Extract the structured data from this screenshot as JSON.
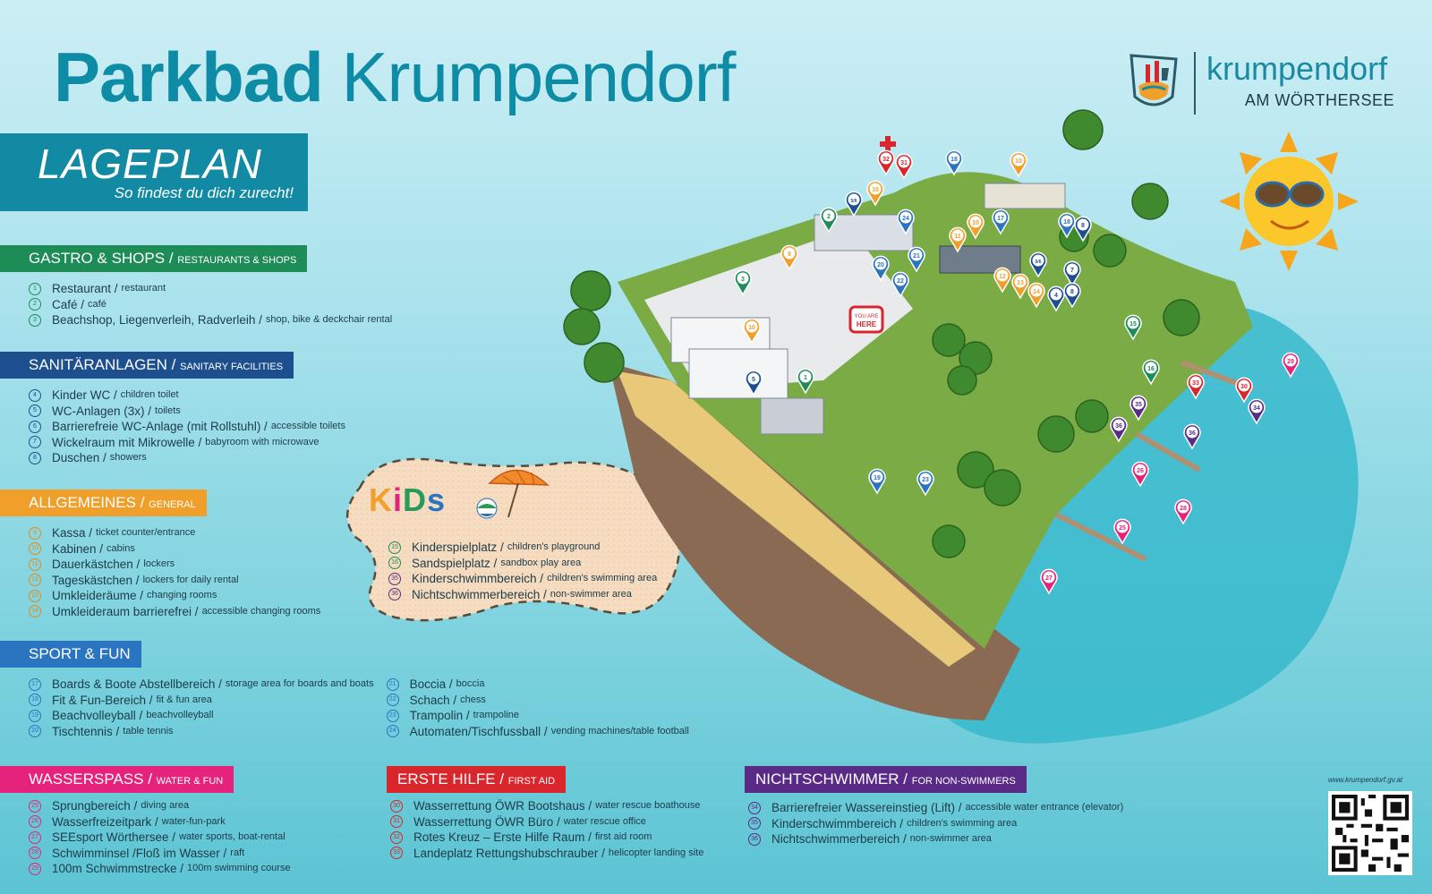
{
  "title": {
    "bold": "Parkbad",
    "regular": "Krumpendorf"
  },
  "lageplan": {
    "big": "LAGEPLAN",
    "small": "So findest du dich zurecht!"
  },
  "logo": {
    "name": "krumpendorf",
    "sub": "AM WÖRTHERSEE"
  },
  "sections": {
    "gastro": {
      "title": "GASTRO & SHOPS",
      "title_en": "RESTAURANTS & SHOPS",
      "items": [
        {
          "n": "1",
          "de": "Restaurant /",
          "en": "restaurant"
        },
        {
          "n": "2",
          "de": "Café /",
          "en": "café"
        },
        {
          "n": "3",
          "de": "Beachshop, Liegenverleih, Radverleih /",
          "en": "shop, bike & deckchair rental"
        }
      ]
    },
    "sanitaer": {
      "title": "SANITÄRANLAGEN",
      "title_en": "SANITARY FACILITIES",
      "items": [
        {
          "n": "4",
          "de": "Kinder WC /",
          "en": "children toilet"
        },
        {
          "n": "5",
          "de": "WC-Anlagen (3x) /",
          "en": "toilets"
        },
        {
          "n": "6",
          "de": "Barrierefreie WC-Anlage (mit Rollstuhl) /",
          "en": "accessible toilets"
        },
        {
          "n": "7",
          "de": "Wickelraum mit Mikrowelle /",
          "en": "babyroom with microwave"
        },
        {
          "n": "8",
          "de": "Duschen /",
          "en": "showers"
        }
      ]
    },
    "allgemeines": {
      "title": "ALLGEMEINES",
      "title_en": "GENERAL",
      "items": [
        {
          "n": "9",
          "de": "Kassa /",
          "en": "ticket counter/entrance"
        },
        {
          "n": "10",
          "de": "Kabinen /",
          "en": "cabins"
        },
        {
          "n": "11",
          "de": "Dauerkästchen /",
          "en": "lockers"
        },
        {
          "n": "12",
          "de": "Tageskästchen /",
          "en": "lockers for daily rental"
        },
        {
          "n": "13",
          "de": "Umkleideräume /",
          "en": "changing rooms"
        },
        {
          "n": "14",
          "de": "Umkleideraum barrierefrei /",
          "en": "accessible changing rooms"
        }
      ]
    },
    "sport": {
      "title": "SPORT & FUN",
      "items_left": [
        {
          "n": "17",
          "de": "Boards & Boote Abstellbereich /",
          "en": "storage area for boards and boats"
        },
        {
          "n": "18",
          "de": "Fit & Fun-Bereich /",
          "en": "fit & fun area"
        },
        {
          "n": "19",
          "de": "Beachvolleyball /",
          "en": "beachvolleyball"
        },
        {
          "n": "20",
          "de": "Tischtennis /",
          "en": "table tennis"
        }
      ],
      "items_right": [
        {
          "n": "21",
          "de": "Boccia /",
          "en": "boccia"
        },
        {
          "n": "22",
          "de": "Schach /",
          "en": "chess"
        },
        {
          "n": "23",
          "de": "Trampolin /",
          "en": "trampoline"
        },
        {
          "n": "24",
          "de": "Automaten/Tischfussball /",
          "en": "vending machines/table football"
        }
      ]
    },
    "kids": {
      "title": "KiDs",
      "items": [
        {
          "n": "15",
          "de": "Kinderspielplatz /",
          "en": "children's playground"
        },
        {
          "n": "16",
          "de": "Sandspielplatz /",
          "en": "sandbox play area"
        },
        {
          "n": "35",
          "de": "Kinderschwimmbereich /",
          "en": "children's swimming area"
        },
        {
          "n": "36",
          "de": "Nichtschwimmerbereich /",
          "en": "non-swimmer area"
        }
      ]
    },
    "wasser": {
      "title": "WASSERSPASS",
      "title_en": "WATER & FUN",
      "items": [
        {
          "n": "25",
          "de": "Sprungbereich /",
          "en": "diving area"
        },
        {
          "n": "26",
          "de": "Wasserfreizeitpark /",
          "en": "water-fun-park"
        },
        {
          "n": "27",
          "de": "SEEsport Wörthersee /",
          "en": "water sports, boat-rental"
        },
        {
          "n": "28",
          "de": "Schwimminsel /Floß im Wasser /",
          "en": "raft"
        },
        {
          "n": "29",
          "de": "100m Schwimmstrecke /",
          "en": "100m swimming course"
        }
      ]
    },
    "erste": {
      "title": "ERSTE HILFE",
      "title_en": "FIRST AID",
      "items": [
        {
          "n": "30",
          "de": "Wasserrettung ÖWR Bootshaus /",
          "en": "water rescue boathouse"
        },
        {
          "n": "31",
          "de": "Wasserrettung ÖWR Büro /",
          "en": "water rescue office"
        },
        {
          "n": "32",
          "de": "Rotes Kreuz – Erste Hilfe Raum /",
          "en": "first aid room"
        },
        {
          "n": "33",
          "de": "Landeplatz Rettungshubschrauber /",
          "en": "helicopter landing site"
        }
      ]
    },
    "nichtschwimmer": {
      "title": "NICHTSCHWIMMER",
      "title_en": "FOR NON-SWIMMERS",
      "items": [
        {
          "n": "34",
          "de": "Barrierefreier Wassereinstieg (Lift) /",
          "en": "accessible water entrance (elevator)"
        },
        {
          "n": "35",
          "de": "Kinderschwimmbereich /",
          "en": "children's swimming area"
        },
        {
          "n": "36",
          "de": "Nichtschwimmerbereich /",
          "en": "non-swimmer area"
        }
      ]
    }
  },
  "map": {
    "you_are_here": "YOU ARE HERE",
    "pins": [
      {
        "n": "1",
        "color": "#1e8c57"
      },
      {
        "n": "2",
        "color": "#1e8c57"
      },
      {
        "n": "3",
        "color": "#1e8c57"
      },
      {
        "n": "4",
        "color": "#1d4f8f"
      },
      {
        "n": "5",
        "color": "#1d4f8f"
      },
      {
        "n": "5/6",
        "color": "#1d4f8f"
      },
      {
        "n": "5/6",
        "color": "#1d4f8f"
      },
      {
        "n": "7",
        "color": "#1d4f8f"
      },
      {
        "n": "8",
        "color": "#1d4f8f"
      },
      {
        "n": "8",
        "color": "#1d4f8f"
      },
      {
        "n": "9",
        "color": "#f0a02a"
      },
      {
        "n": "10",
        "color": "#f0a02a"
      },
      {
        "n": "10",
        "color": "#f0a02a"
      },
      {
        "n": "10",
        "color": "#f0a02a"
      },
      {
        "n": "10",
        "color": "#f0a02a"
      },
      {
        "n": "11",
        "color": "#f0a02a"
      },
      {
        "n": "12",
        "color": "#f0a02a"
      },
      {
        "n": "13",
        "color": "#f0a02a"
      },
      {
        "n": "14",
        "color": "#f0a02a"
      },
      {
        "n": "15",
        "color": "#1e8c57"
      },
      {
        "n": "16",
        "color": "#1e8c57"
      },
      {
        "n": "17",
        "color": "#2a74c0"
      },
      {
        "n": "18",
        "color": "#2a74c0"
      },
      {
        "n": "18",
        "color": "#2a74c0"
      },
      {
        "n": "19",
        "color": "#2a74c0"
      },
      {
        "n": "20",
        "color": "#2a74c0"
      },
      {
        "n": "21",
        "color": "#2a74c0"
      },
      {
        "n": "22",
        "color": "#2a74c0"
      },
      {
        "n": "23",
        "color": "#2a74c0"
      },
      {
        "n": "24",
        "color": "#2a74c0"
      },
      {
        "n": "25",
        "color": "#e5237d"
      },
      {
        "n": "26",
        "color": "#e5237d"
      },
      {
        "n": "27",
        "color": "#e5237d"
      },
      {
        "n": "28",
        "color": "#e5237d"
      },
      {
        "n": "29",
        "color": "#e5237d"
      },
      {
        "n": "30",
        "color": "#d8262c"
      },
      {
        "n": "31",
        "color": "#d8262c"
      },
      {
        "n": "32",
        "color": "#d8262c"
      },
      {
        "n": "33",
        "color": "#d8262c"
      },
      {
        "n": "34",
        "color": "#5a2b86"
      },
      {
        "n": "35",
        "color": "#5a2b86"
      },
      {
        "n": "36",
        "color": "#5a2b86"
      },
      {
        "n": "36",
        "color": "#5a2b86"
      }
    ]
  },
  "website": "www.krumpendorf.gv.at"
}
